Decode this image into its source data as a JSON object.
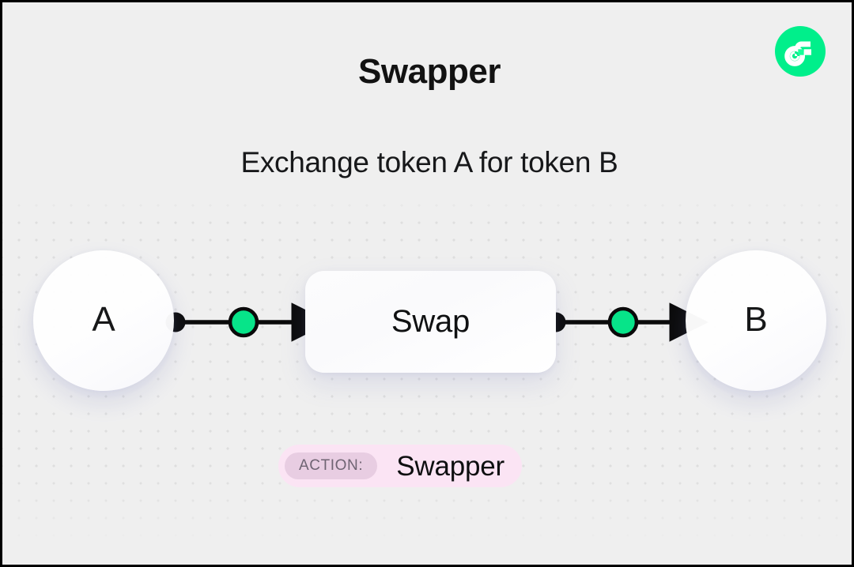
{
  "canvas": {
    "background_color": "#efefef",
    "border_color": "#000000",
    "accent_green": "#00ef8b",
    "badge_background": "#fbe4f4",
    "badge_chip_background": "#e8cde2"
  },
  "header": {
    "title": "Swapper",
    "subtitle": "Exchange token A for token B"
  },
  "brand": {
    "logo_name": "flow-logo",
    "logo_color": "#00ef8b"
  },
  "diagram": {
    "type": "flow",
    "nodes": [
      {
        "id": "token-a",
        "label": "A",
        "shape": "circle"
      },
      {
        "id": "swap-step",
        "label": "Swap",
        "shape": "rounded-rect"
      },
      {
        "id": "token-b",
        "label": "B",
        "shape": "circle"
      }
    ],
    "edges": [
      {
        "from": "token-a",
        "to": "swap-step",
        "marker": "green-dot"
      },
      {
        "from": "swap-step",
        "to": "token-b",
        "marker": "green-dot"
      }
    ]
  },
  "action_badge": {
    "chip_label": "ACTION:",
    "value": "Swapper"
  }
}
